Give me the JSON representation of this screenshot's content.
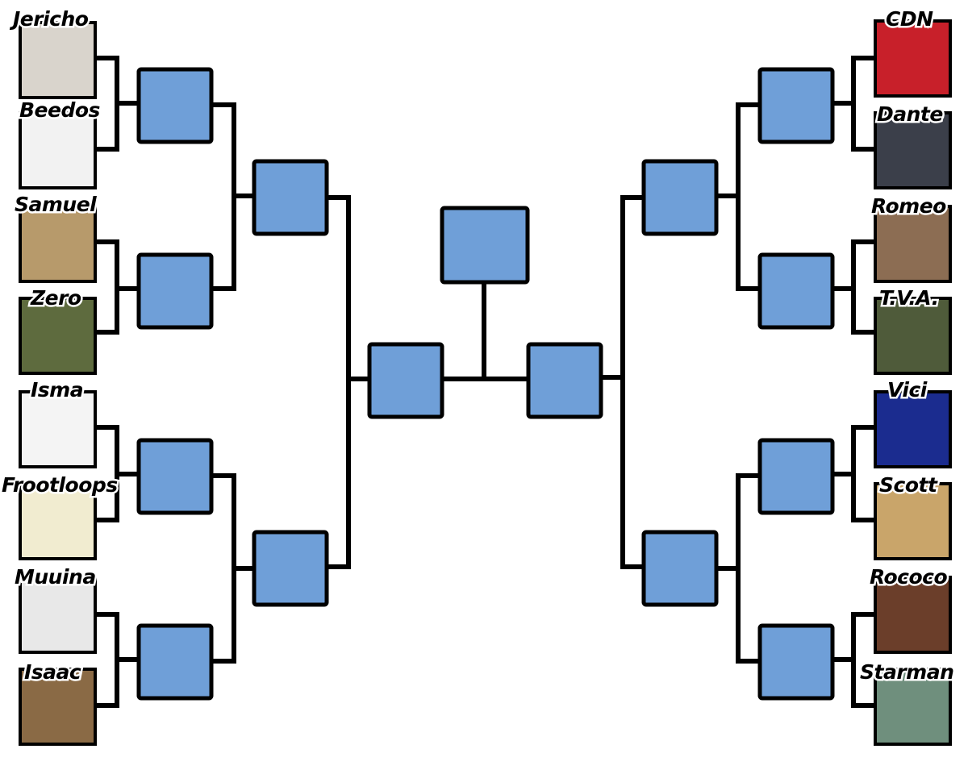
{
  "bracket": {
    "left_entrants": [
      {
        "name": "Jericho",
        "color": "#d9d4cc"
      },
      {
        "name": "Beedos",
        "color": "#f2f2f2"
      },
      {
        "name": "Samuel",
        "color": "#b79a6b"
      },
      {
        "name": "Zero",
        "color": "#5e6b3e"
      },
      {
        "name": "Isma",
        "color": "#f4f4f4"
      },
      {
        "name": "Frootloops",
        "color": "#f1ecd0"
      },
      {
        "name": "Muuina",
        "color": "#e8e8e8"
      },
      {
        "name": "Isaac",
        "color": "#8a6a45"
      }
    ],
    "right_entrants": [
      {
        "name": "CDN",
        "color": "#c8202a"
      },
      {
        "name": "Dante",
        "color": "#3b3f4a"
      },
      {
        "name": "Romeo",
        "color": "#8c6d53"
      },
      {
        "name": "T.V.A.",
        "color": "#4f5b3a"
      },
      {
        "name": "Vici",
        "color": "#1b2c8f"
      },
      {
        "name": "Scott",
        "color": "#c9a56a"
      },
      {
        "name": "Rococo",
        "color": "#6b3e2a"
      },
      {
        "name": "Starman",
        "color": "#6f8f7d"
      }
    ],
    "slot_color": "#6f9fd8",
    "line_color": "#000000"
  }
}
